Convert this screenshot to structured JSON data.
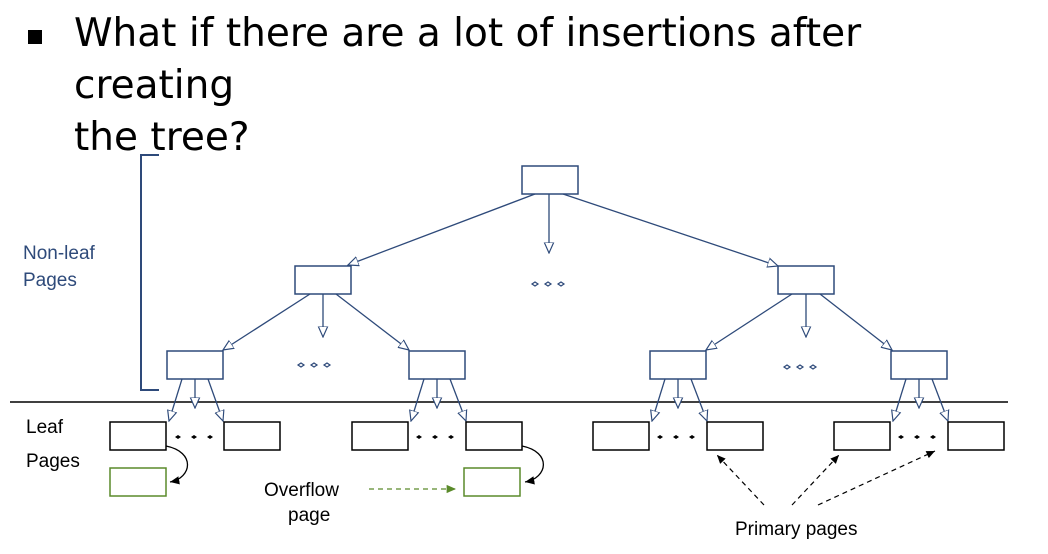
{
  "slide": {
    "bullet_text_line1": "What if there are a lot of insertions after creating",
    "bullet_text_line2": "the tree?"
  },
  "diagram": {
    "nonleaf_label_line1": "Non-leaf",
    "nonleaf_label_line2": "Pages",
    "leaf_label_line1": "Leaf",
    "leaf_label_line2": "Pages",
    "overflow_label_line1": "Overflow",
    "overflow_label_line2": "page",
    "primary_label": "Primary pages",
    "colors": {
      "nonleaf": "#2e4a7a",
      "leaf": "#000000",
      "overflow": "#5a8a2a"
    }
  }
}
